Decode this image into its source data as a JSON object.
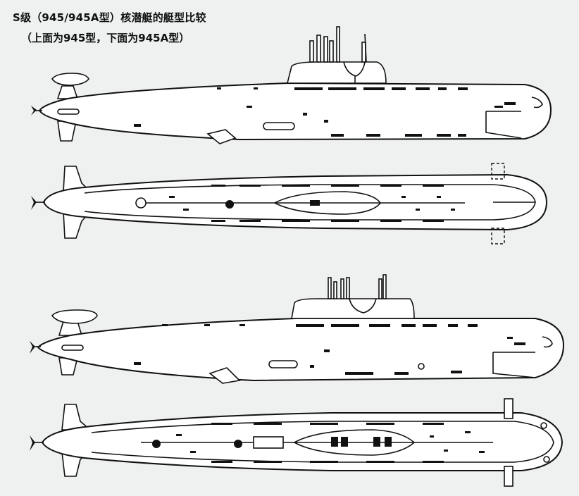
{
  "title": "S级（945/945A型）核潜艇的艇型比较",
  "subtitle": "（上面为945型，下面为945A型）",
  "drawings": [
    {
      "id": "945-side",
      "variant": "945",
      "view": "side"
    },
    {
      "id": "945-top",
      "variant": "945",
      "view": "top"
    },
    {
      "id": "945a-side",
      "variant": "945A",
      "view": "side"
    },
    {
      "id": "945a-top",
      "variant": "945A",
      "view": "top"
    }
  ]
}
